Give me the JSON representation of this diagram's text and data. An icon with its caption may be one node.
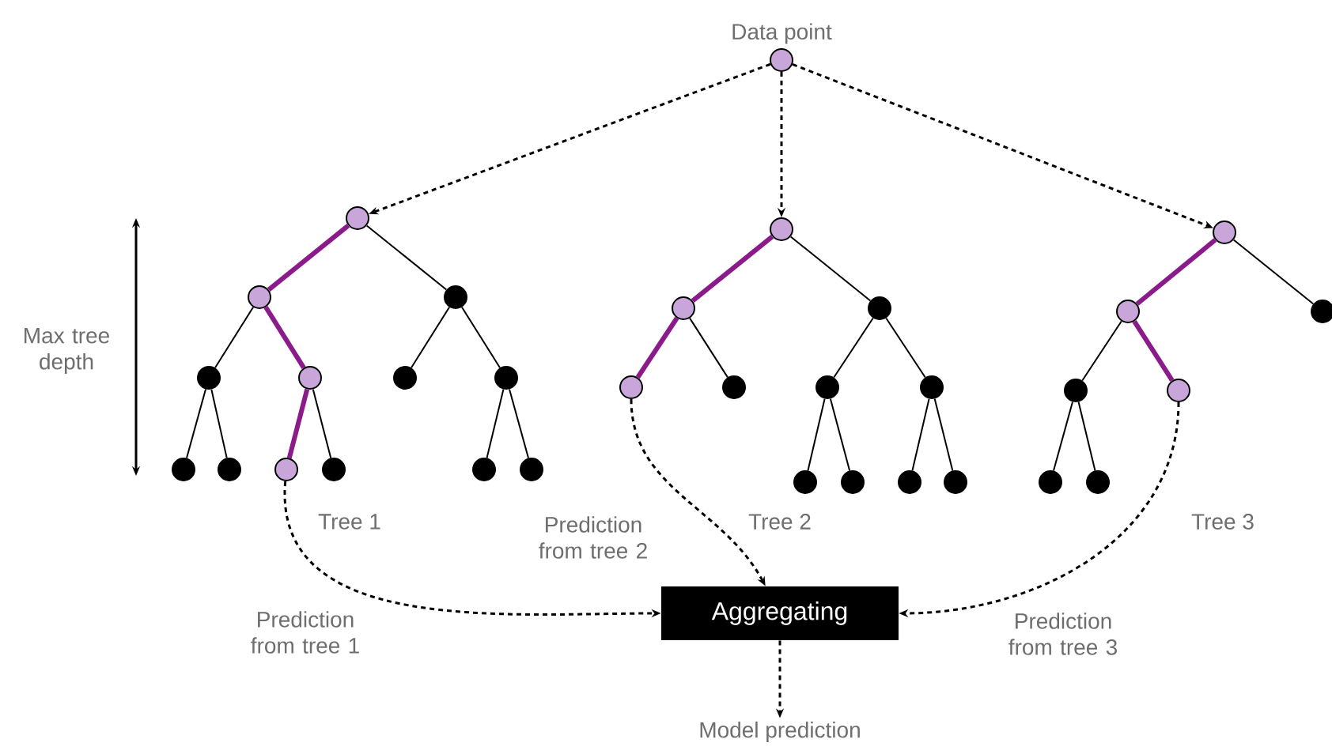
{
  "diagram": {
    "nodes": [
      {
        "text": [
          "Data point"
        ]
      },
      {
        "text": [],
        "shape": "circle"
      },
      {
        "text": [],
        "shape": "circle"
      },
      {
        "text": [],
        "shape": "circle"
      },
      {
        "text": [],
        "shape": "circle"
      },
      {
        "text": [],
        "shape": "circle"
      },
      {
        "text": [],
        "shape": "circle"
      },
      {
        "text": [],
        "shape": "circle"
      },
      {
        "text": [],
        "shape": "circle"
      },
      {
        "text": [],
        "shape": "circle"
      },
      {
        "text": [],
        "shape": "circle"
      },
      {
        "text": [],
        "shape": "circle"
      },
      {
        "text": [],
        "shape": "circle"
      },
      {
        "text": [],
        "shape": "circle"
      },
      {
        "text": [],
        "shape": "circle"
      },
      {
        "text": [],
        "shape": "circle"
      },
      {
        "text": [],
        "shape": "circle"
      },
      {
        "text": [],
        "shape": "circle"
      },
      {
        "text": [],
        "shape": "circle"
      },
      {
        "text": [],
        "shape": "circle"
      },
      {
        "text": [],
        "shape": "circle"
      },
      {
        "text": [],
        "shape": "circle"
      },
      {
        "text": [],
        "shape": "circle"
      },
      {
        "text": [],
        "shape": "circle"
      },
      {
        "text": [],
        "shape": "circle"
      },
      {
        "text": [],
        "shape": "circle"
      },
      {
        "text": [],
        "shape": "circle"
      },
      {
        "text": [],
        "shape": "circle"
      },
      {
        "text": [],
        "shape": "circle"
      },
      {
        "text": [],
        "shape": "circle"
      },
      {
        "text": [],
        "shape": "circle"
      },
      {
        "text": [],
        "shape": "circle"
      },
      {
        "text": [
          "Aggregating"
        ]
      },
      {
        "text": [
          "Model prediction"
        ]
      }
    ],
    "edges": [
      {
        "from": 1,
        "to": 2,
        "arrow": "none",
        "style": "thick",
        "color": "#8b1a8b"
      },
      {
        "from": 1,
        "to": 3,
        "arrow": "none"
      },
      {
        "from": 2,
        "to": 4,
        "arrow": "none"
      },
      {
        "from": 2,
        "to": 5,
        "arrow": "none",
        "style": "thick",
        "color": "#8b1a8b"
      },
      {
        "from": 3,
        "to": 6,
        "arrow": "none"
      },
      {
        "from": 3,
        "to": 7,
        "arrow": "none"
      },
      {
        "from": 4,
        "to": 8,
        "arrow": "none"
      },
      {
        "from": 4,
        "to": 9,
        "arrow": "none"
      },
      {
        "from": 5,
        "to": 10,
        "arrow": "none",
        "style": "thick",
        "color": "#8b1a8b"
      },
      {
        "from": 5,
        "to": 11,
        "arrow": "none"
      },
      {
        "from": 7,
        "to": 12,
        "arrow": "none"
      },
      {
        "from": 7,
        "to": 13,
        "arrow": "none"
      },
      {
        "from": 14,
        "to": 15,
        "arrow": "none",
        "style": "thick",
        "color": "#8b1a8b"
      },
      {
        "from": 14,
        "to": 16,
        "arrow": "none"
      },
      {
        "from": 15,
        "to": 17,
        "arrow": "none",
        "style": "thick",
        "color": "#8b1a8b"
      },
      {
        "from": 15,
        "to": 18,
        "arrow": "none"
      },
      {
        "from": 16,
        "to": 19,
        "arrow": "none"
      },
      {
        "from": 16,
        "to": 20,
        "arrow": "none"
      },
      {
        "from": 19,
        "to": 21,
        "arrow": "none"
      },
      {
        "from": 19,
        "to": 22,
        "arrow": "none"
      },
      {
        "from": 20,
        "to": 23,
        "arrow": "none"
      },
      {
        "from": 20,
        "to": 24,
        "arrow": "none"
      },
      {
        "from": 25,
        "to": 26,
        "arrow": "none",
        "style": "thick",
        "color": "#8b1a8b"
      },
      {
        "from": 25,
        "to": 27,
        "arrow": "none"
      },
      {
        "from": 26,
        "to": 28,
        "arrow": "none"
      },
      {
        "from": 26,
        "to": 29,
        "arrow": "none",
        "style": "thick",
        "color": "#8b1a8b"
      },
      {
        "from": 28,
        "to": 30,
        "arrow": "none"
      },
      {
        "from": 28,
        "to": 31,
        "arrow": "none"
      },
      {
        "from": 0,
        "to": 1,
        "arrow": "to",
        "style": "dashed"
      },
      {
        "from": 0,
        "to": 14,
        "arrow": "to",
        "style": "dashed"
      },
      {
        "from": 0,
        "to": 25,
        "arrow": "to",
        "style": "dashed"
      },
      {
        "from": 10,
        "to": 32,
        "arrow": "to",
        "style": "dashed",
        "label": "Prediction from tree 1"
      },
      {
        "from": 17,
        "to": 32,
        "arrow": "to",
        "style": "dashed",
        "label": "Prediction from tree 2"
      },
      {
        "from": 29,
        "to": 32,
        "arrow": "to",
        "style": "dashed",
        "label": "Prediction from tree 3"
      },
      {
        "from": 32,
        "to": 33,
        "arrow": "to",
        "style": "dashed"
      }
    ],
    "labels": [
      "Max tree depth",
      "Tree 1",
      "Tree 2",
      "Tree 3"
    ]
  }
}
